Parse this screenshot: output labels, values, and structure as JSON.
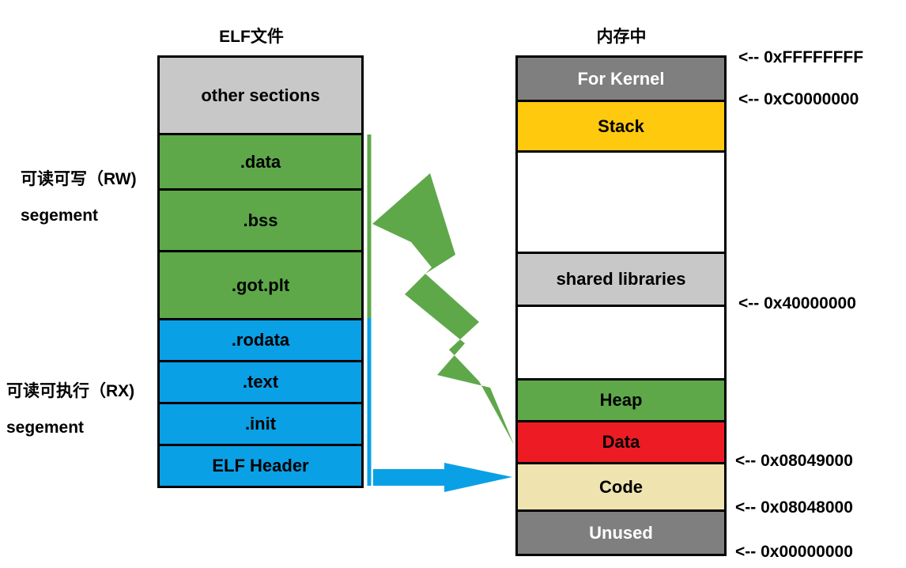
{
  "elf": {
    "title": "ELF文件",
    "sections": [
      {
        "label": "other sections",
        "color": "#c8c8c8"
      },
      {
        "label": ".data",
        "color": "#5ea84a"
      },
      {
        "label": ".bss",
        "color": "#5ea84a"
      },
      {
        "label": ".got.plt",
        "color": "#5ea84a"
      },
      {
        "label": ".rodata",
        "color": "#0aa0e6"
      },
      {
        "label": ".text",
        "color": "#0aa0e6"
      },
      {
        "label": ".init",
        "color": "#0aa0e6"
      },
      {
        "label": "ELF Header",
        "color": "#0aa0e6"
      }
    ]
  },
  "segments": {
    "rw": {
      "line1": "可读可写（RW)",
      "line2": "segement"
    },
    "rx": {
      "line1": "可读可执行（RX)",
      "line2": "segement"
    }
  },
  "memory": {
    "title": "内存中",
    "regions": [
      {
        "label": "For Kernel",
        "color": "#7f7f7f",
        "text_color": "#ffffff"
      },
      {
        "label": "Stack",
        "color": "#ffc90e",
        "text_color": "#000000"
      },
      {
        "label": "",
        "color": "#ffffff",
        "text_color": "#000000"
      },
      {
        "label": "shared libraries",
        "color": "#c8c8c8",
        "text_color": "#000000"
      },
      {
        "label": "",
        "color": "#ffffff",
        "text_color": "#000000"
      },
      {
        "label": "Heap",
        "color": "#5ea84a",
        "text_color": "#000000"
      },
      {
        "label": "Data",
        "color": "#ed1c24",
        "text_color": "#000000"
      },
      {
        "label": "Code",
        "color": "#efe4b0",
        "text_color": "#000000"
      },
      {
        "label": "Unused",
        "color": "#7f7f7f",
        "text_color": "#ffffff"
      }
    ],
    "addresses": [
      "<-- 0xFFFFFFFF",
      "<-- 0xC0000000",
      "<-- 0x40000000",
      "<-- 0x08049000",
      "<-- 0x08048000",
      "<-- 0x00000000"
    ]
  },
  "colors": {
    "rw_arrow": "#5ea84a",
    "rx_arrow": "#0aa0e6"
  }
}
